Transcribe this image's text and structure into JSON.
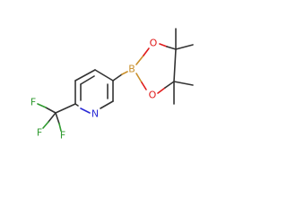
{
  "molecule": {
    "atoms": {
      "boron": {
        "symbol": "B",
        "color": "#c98f2b"
      },
      "oxygen_top": {
        "symbol": "O",
        "color": "#e01b1b"
      },
      "oxygen_bottom": {
        "symbol": "O",
        "color": "#e01b1b"
      },
      "nitrogen": {
        "symbol": "N",
        "color": "#2b2bd6"
      },
      "fluorine_left": {
        "symbol": "F",
        "color": "#2f9a2f"
      },
      "fluorine_top": {
        "symbol": "F",
        "color": "#2f9a2f"
      },
      "fluorine_bottom": {
        "symbol": "F",
        "color": "#2f9a2f"
      }
    },
    "bond_color": "#333333"
  }
}
